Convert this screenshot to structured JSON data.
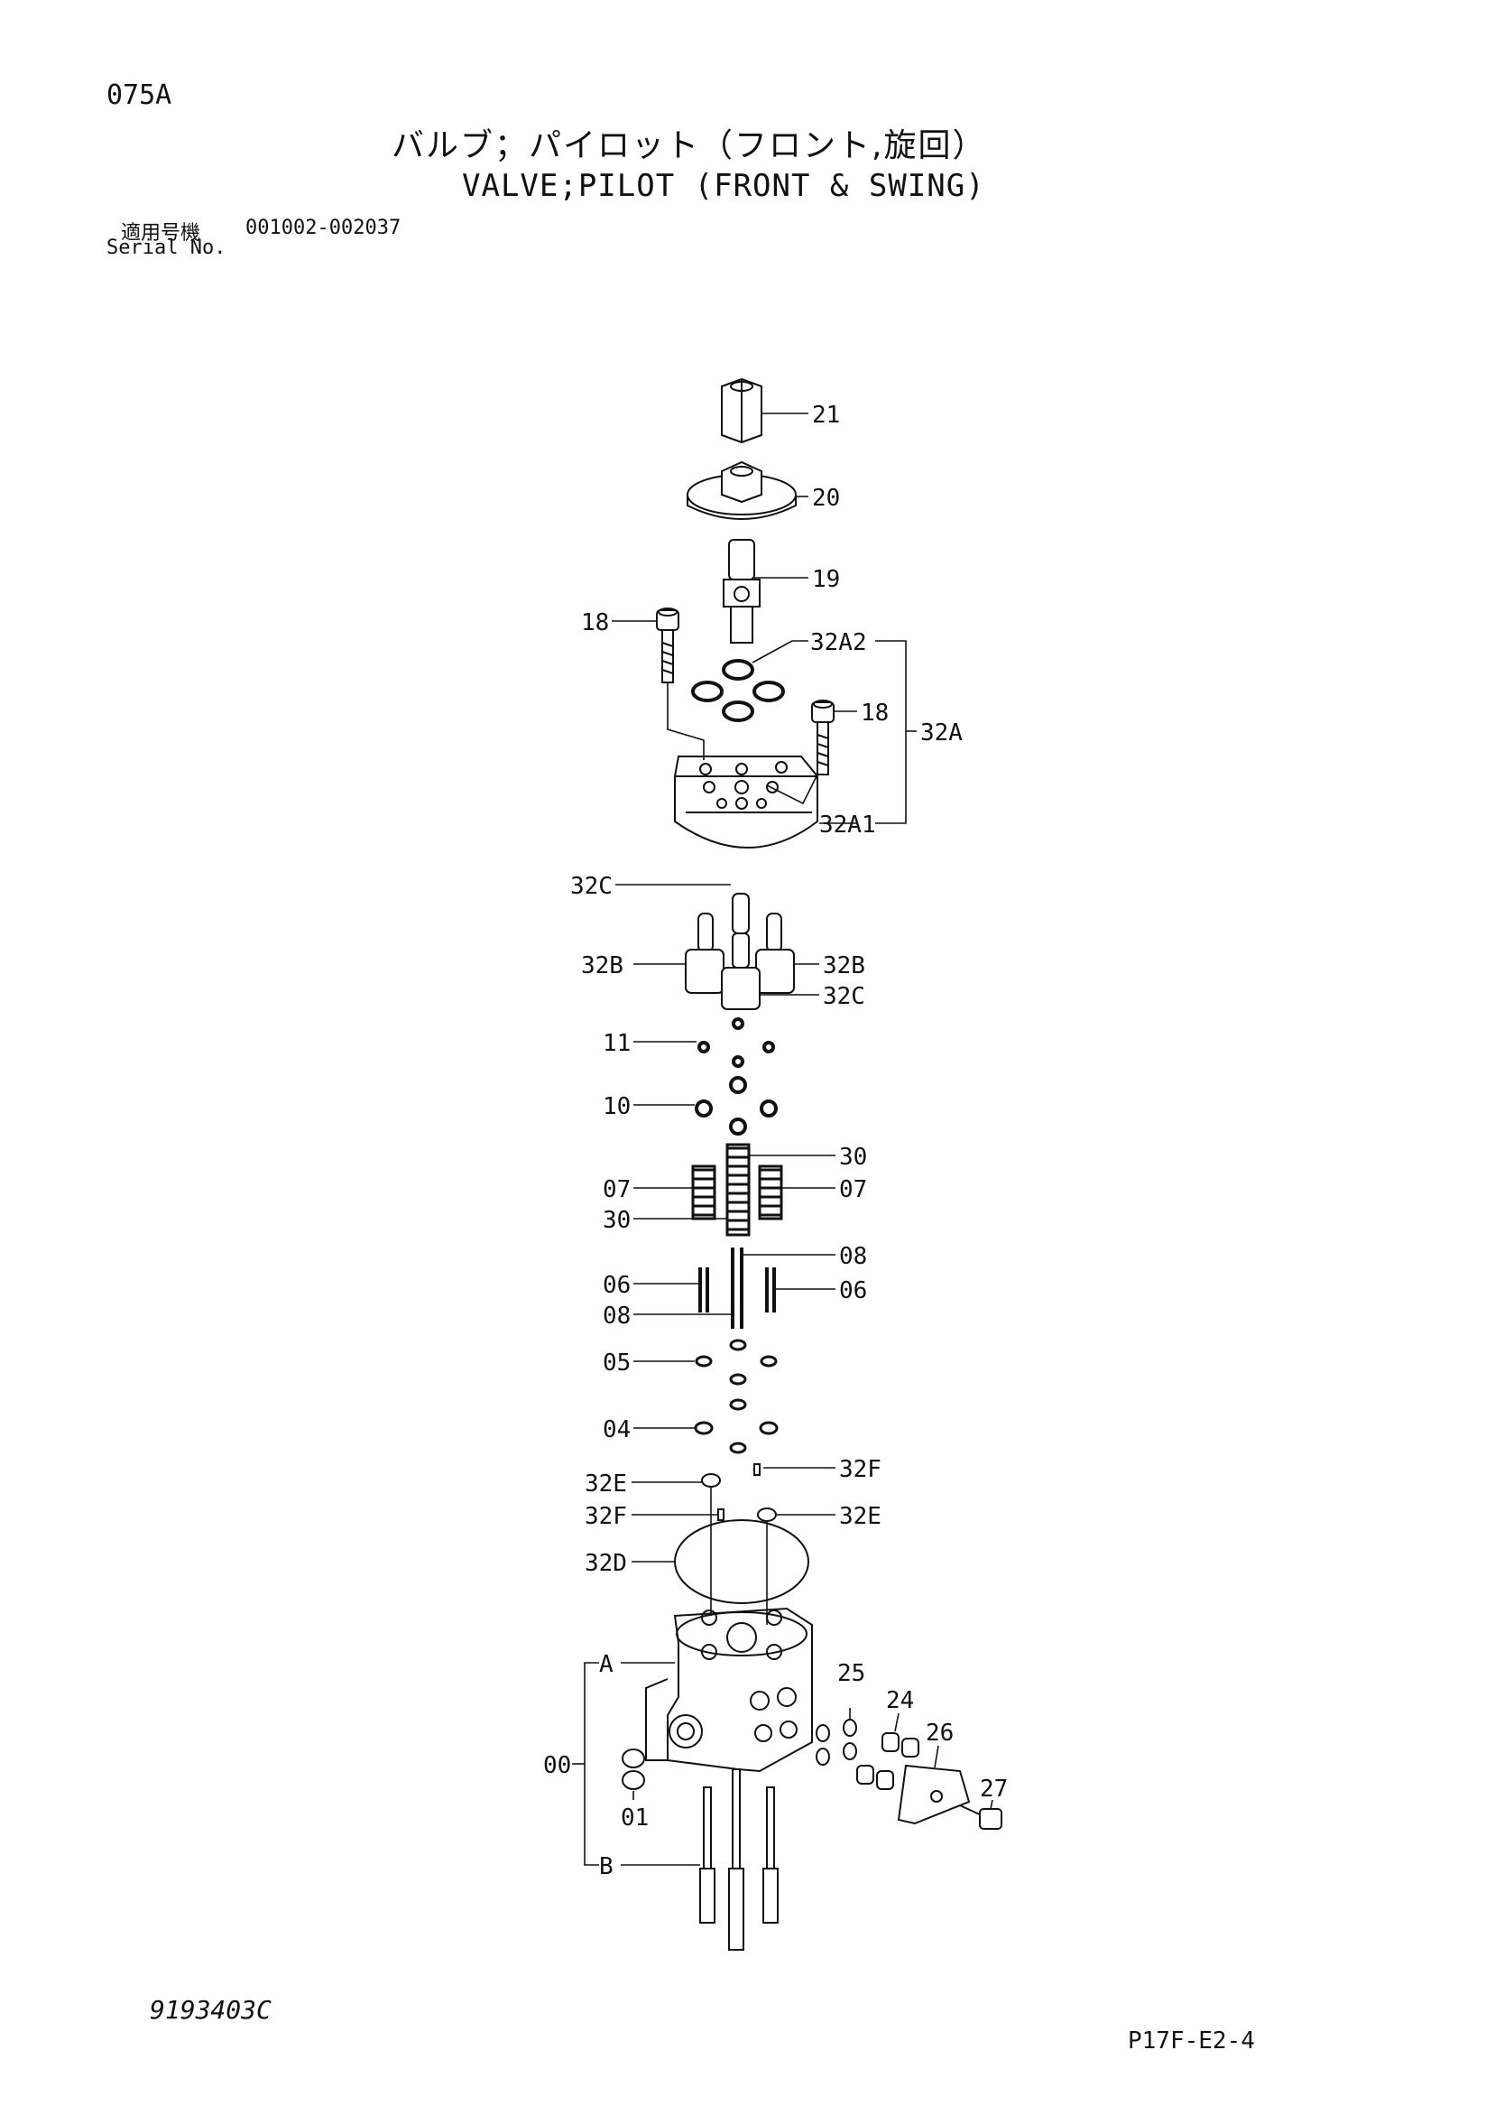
{
  "header": {
    "page_code": "075A",
    "title_ja": "バルブ；パイロット（フロント,旋回）",
    "title_en": "VALVE;PILOT (FRONT & SWING)",
    "serial_label_ja": "適用号機",
    "serial_range": "001002-002037",
    "serial_label_en": "Serial No."
  },
  "footer": {
    "drawing_number": "9193403C",
    "page_reference": "P17F-E2-4"
  },
  "callouts": [
    {
      "id": "c21",
      "label": "21"
    },
    {
      "id": "c20",
      "label": "20"
    },
    {
      "id": "c19",
      "label": "19"
    },
    {
      "id": "c18a",
      "label": "18"
    },
    {
      "id": "c32A2",
      "label": "32A2"
    },
    {
      "id": "c18b",
      "label": "18"
    },
    {
      "id": "c32A",
      "label": "32A"
    },
    {
      "id": "c32A1",
      "label": "32A1"
    },
    {
      "id": "c32Ca",
      "label": "32C"
    },
    {
      "id": "c32Ba",
      "label": "32B"
    },
    {
      "id": "c32Bb",
      "label": "32B"
    },
    {
      "id": "c32Cb",
      "label": "32C"
    },
    {
      "id": "c11",
      "label": "11"
    },
    {
      "id": "c10",
      "label": "10"
    },
    {
      "id": "c30a",
      "label": "30"
    },
    {
      "id": "c07a",
      "label": "07"
    },
    {
      "id": "c07b",
      "label": "07"
    },
    {
      "id": "c30b",
      "label": "30"
    },
    {
      "id": "c08a",
      "label": "08"
    },
    {
      "id": "c06a",
      "label": "06"
    },
    {
      "id": "c06b",
      "label": "06"
    },
    {
      "id": "c08b",
      "label": "08"
    },
    {
      "id": "c05",
      "label": "05"
    },
    {
      "id": "c04",
      "label": "04"
    },
    {
      "id": "c32Ea",
      "label": "32E"
    },
    {
      "id": "c32Fa",
      "label": "32F"
    },
    {
      "id": "c32Fb",
      "label": "32F"
    },
    {
      "id": "c32Eb",
      "label": "32E"
    },
    {
      "id": "c32D",
      "label": "32D"
    },
    {
      "id": "cA",
      "label": "A"
    },
    {
      "id": "c25",
      "label": "25"
    },
    {
      "id": "c24",
      "label": "24"
    },
    {
      "id": "c26",
      "label": "26"
    },
    {
      "id": "c00",
      "label": "00"
    },
    {
      "id": "c27",
      "label": "27"
    },
    {
      "id": "c01",
      "label": "01"
    },
    {
      "id": "cB",
      "label": "B"
    }
  ]
}
